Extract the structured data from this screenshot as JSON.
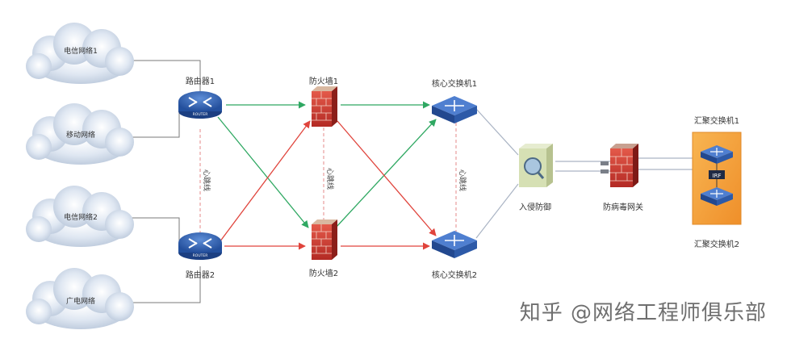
{
  "clouds": [
    {
      "id": "cloud-telecom-1",
      "label": "电信网络1"
    },
    {
      "id": "cloud-mobile",
      "label": "移动网络"
    },
    {
      "id": "cloud-telecom-2",
      "label": "电信网络2"
    },
    {
      "id": "cloud-broadcast",
      "label": "广电网络"
    }
  ],
  "routers": [
    {
      "id": "router-1",
      "label": "路由器1",
      "badge": "ROUTER"
    },
    {
      "id": "router-2",
      "label": "路由器2",
      "badge": "ROUTER"
    }
  ],
  "firewalls": [
    {
      "id": "firewall-1",
      "label": "防火墙1"
    },
    {
      "id": "firewall-2",
      "label": "防火墙2"
    }
  ],
  "core_switches": [
    {
      "id": "core-switch-1",
      "label": "核心交换机1"
    },
    {
      "id": "core-switch-2",
      "label": "核心交换机2"
    }
  ],
  "heartbeat_labels": [
    "心跳线",
    "心跳线",
    "心跳线"
  ],
  "ids": {
    "label": "入侵防御"
  },
  "antivirus": {
    "label": "防病毒网关"
  },
  "aggregation": {
    "label_1": "汇聚交换机1",
    "label_2": "汇聚交换机2",
    "link_label": "IRF"
  },
  "watermark": "知乎 @网络工程师俱乐部",
  "colors": {
    "green_link": "#2fa862",
    "red_link": "#e0443c",
    "heartbeat": "#e58a8a",
    "gray_link": "#aab4c4",
    "device_blue": "#2f5fb4",
    "aggregation_bg": "#f5a33b"
  }
}
